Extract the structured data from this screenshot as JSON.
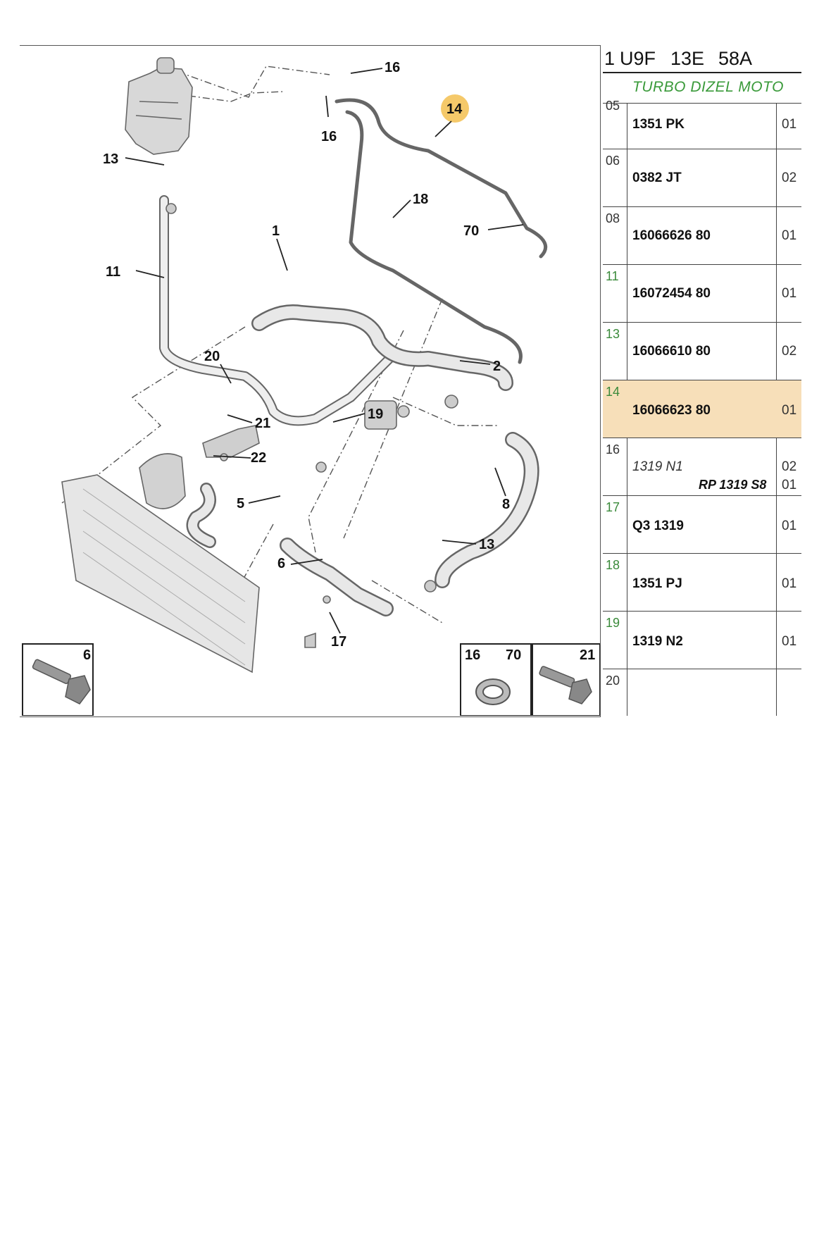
{
  "diagram": {
    "callouts": [
      "16",
      "16",
      "14",
      "13",
      "18",
      "70",
      "1",
      "11",
      "2",
      "20",
      "21",
      "19",
      "22",
      "8",
      "5",
      "13",
      "6",
      "17"
    ],
    "inset_boxes": [
      {
        "labels": [
          "6"
        ]
      },
      {
        "labels": [
          "16",
          "70"
        ]
      },
      {
        "labels": [
          "21"
        ]
      }
    ],
    "highlight_color": "#f5c96a"
  },
  "parts_table": {
    "reference": {
      "p1": "1",
      "p2": "U9F",
      "p3": "13E",
      "p4": "58A"
    },
    "engine": "TURBO DIZEL MOTO",
    "rows": [
      {
        "num": "05",
        "part": "1351 PK",
        "qty": "01"
      },
      {
        "num": "06",
        "part": "0382 JT",
        "qty": "02"
      },
      {
        "num": "08",
        "part": "16066626 80",
        "qty": "01"
      },
      {
        "num": "11",
        "part": "16072454 80",
        "qty": "01"
      },
      {
        "num": "13",
        "part": "16066610 80",
        "qty": "02"
      },
      {
        "num": "14",
        "part": "16066623 80",
        "qty": "01"
      },
      {
        "num": "16",
        "part": "1319 N1",
        "qty": "02",
        "sub_part": "RP 1319 S8",
        "sub_qty": "01"
      },
      {
        "num": "17",
        "part": "Q3 1319",
        "qty": "01"
      },
      {
        "num": "18",
        "part": "1351 PJ",
        "qty": "01"
      },
      {
        "num": "19",
        "part": "1319 N2",
        "qty": "01"
      },
      {
        "num": "20",
        "part": "",
        "qty": ""
      }
    ],
    "highlight_color": "#f7dfb9",
    "green_color": "#3a8a3a"
  }
}
